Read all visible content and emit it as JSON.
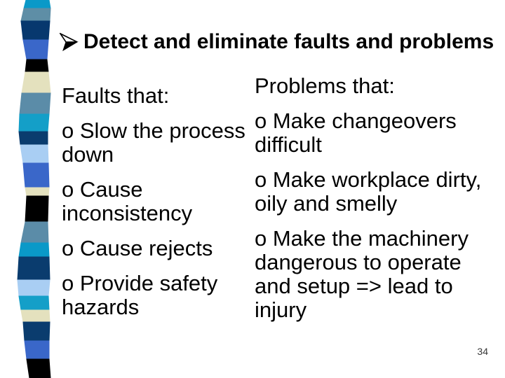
{
  "title": {
    "text": "Detect and eliminate faults and problems",
    "bullet_icon": "arrowhead-3d-right"
  },
  "columns": {
    "left": {
      "heading": "Faults that:",
      "items": [
        "o Slow the process down",
        "o Cause inconsistency",
        "o Cause rejects",
        "o Provide safety hazards"
      ]
    },
    "right": {
      "heading": "Problems that:",
      "items": [
        "o Make changeovers difficult",
        "o Make workplace dirty, oily and smelly",
        "o Make the machinery dangerous to operate and setup => lead to injury"
      ]
    }
  },
  "page": {
    "number": "34",
    "background": "#ffffff",
    "text_color": "#000000"
  },
  "stripe": {
    "segments": [
      {
        "color": "#0A99C8",
        "h": 12
      },
      {
        "color": "#5E8EA6",
        "h": 18
      },
      {
        "color": "#07386E",
        "h": 27
      },
      {
        "color": "#3A67C9",
        "h": 28
      },
      {
        "color": "#000000",
        "h": 18
      },
      {
        "color": "#E4E1BE",
        "h": 30
      },
      {
        "color": "#5B8CA8",
        "h": 30
      },
      {
        "color": "#149FC8",
        "h": 25
      },
      {
        "color": "#0A3C6E",
        "h": 19
      },
      {
        "color": "#A9CEF3",
        "h": 26
      },
      {
        "color": "#3A67C9",
        "h": 35
      },
      {
        "color": "#E4E1BE",
        "h": 12
      },
      {
        "color": "#000000",
        "h": 37
      },
      {
        "color": "#5B8CA8",
        "h": 30
      },
      {
        "color": "#0A99C8",
        "h": 20
      },
      {
        "color": "#0A3C6E",
        "h": 33
      },
      {
        "color": "#A9CEF3",
        "h": 23
      },
      {
        "color": "#149FC8",
        "h": 20
      },
      {
        "color": "#E4E1BE",
        "h": 17
      },
      {
        "color": "#0A3C6E",
        "h": 27
      },
      {
        "color": "#3A67C9",
        "h": 26
      },
      {
        "color": "#000000",
        "h": 27
      }
    ]
  }
}
